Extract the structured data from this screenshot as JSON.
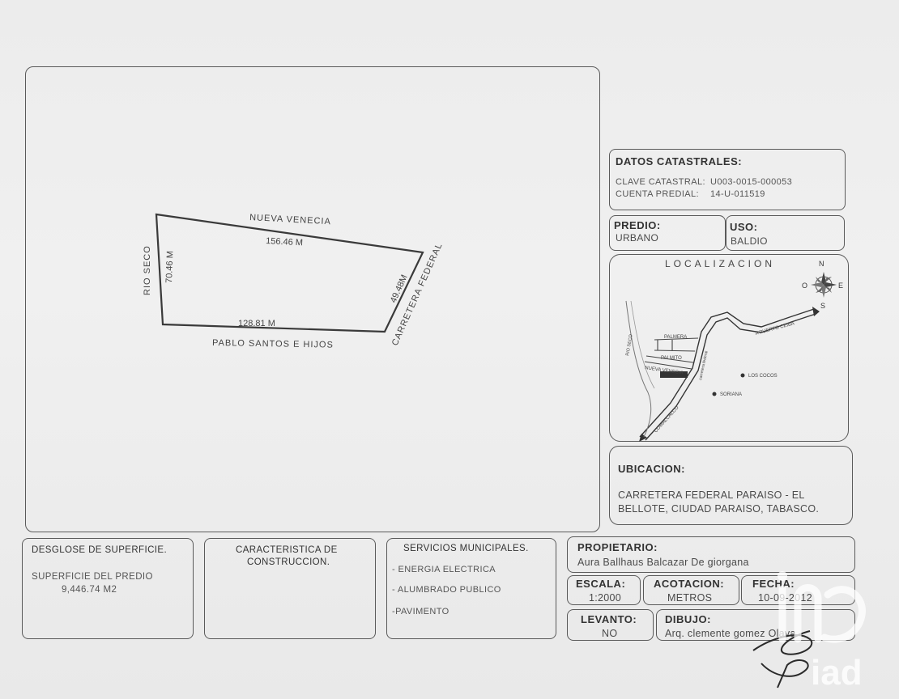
{
  "plot": {
    "north_side": "NUEVA VENECIA",
    "north_length": "156.46 M",
    "west_side": "RIO SECO",
    "west_length": "70.46 M",
    "east_side": "CARRETERA FEDERAL",
    "east_length": "49.48M",
    "south_side": "PABLO SANTOS E HIJOS",
    "south_length": "128.81 M"
  },
  "cadastral": {
    "title": "DATOS CATASTRALES:",
    "clave_label": "CLAVE CATASTRAL:",
    "clave_value": "U003-0015-000053",
    "cuenta_label": "CUENTA PREDIAL:",
    "cuenta_value": "14-U-011519"
  },
  "predio": {
    "label": "PREDIO:",
    "value": "URBANO"
  },
  "uso": {
    "label": "USO:",
    "value": "BALDIO"
  },
  "localizacion": {
    "title": "LOCALIZACION",
    "compass": {
      "n": "N",
      "s": "S",
      "e": "E",
      "o": "O"
    },
    "labels": {
      "puerto_ceiba": "A PUERTO CEIBA",
      "palmera": "PALMERA",
      "palmito": "PALMITO",
      "nueva_venecia": "NUEVA VENECIA",
      "rio_seco": "RIO SECO",
      "carretera": "carretera federal",
      "los_cocos": "LOS COCOS",
      "soriana": "SORIANA",
      "comalcalco": "COMALCALCO"
    }
  },
  "ubicacion": {
    "title": "UBICACION:",
    "line1": "CARRETERA FEDERAL PARAISO - EL",
    "line2": "BELLOTE, CIUDAD PARAISO, TABASCO."
  },
  "superficie": {
    "title": "DESGLOSE DE SUPERFICIE.",
    "label": "SUPERFICIE DEL PREDIO",
    "value": "9,446.74 M2"
  },
  "construccion": {
    "line1": "CARACTERISTICA DE",
    "line2": "CONSTRUCCION."
  },
  "servicios": {
    "title": "SERVICIOS MUNICIPALES.",
    "items": [
      "ENERGIA ELECTRICA",
      "ALUMBRADO PUBLICO",
      "PAVIMENTO"
    ]
  },
  "propietario": {
    "label": "PROPIETARIO:",
    "value": "Aura Ballhaus Balcazar De giorgana"
  },
  "escala": {
    "label": "ESCALA:",
    "value": "1:2000"
  },
  "acotacion": {
    "label": "ACOTACION:",
    "value": "METROS"
  },
  "fecha": {
    "label": "FECHA:",
    "value": "10-09-2012"
  },
  "levanto": {
    "label": "LEVANTO:",
    "value": "NO"
  },
  "dibujo": {
    "label": "DIBUJO:",
    "value": "Arq. clemente gomez Olava"
  },
  "watermark": "iad"
}
